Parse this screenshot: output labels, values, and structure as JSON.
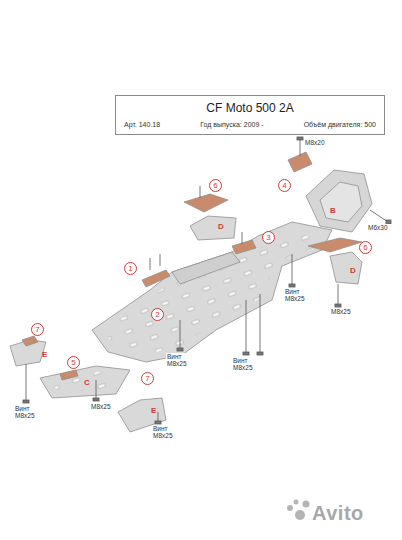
{
  "diagram": {
    "nodes": [
      {
        "text": [
          "CF Moto 500 2A",
          "Арт. 140.18",
          "Год выпуска: 2009 -",
          "Объём двигателя: 500"
        ]
      }
    ],
    "edges": [],
    "labels": [
      "1",
      "2",
      "3",
      "4",
      "5",
      "6",
      "6",
      "7",
      "7",
      "B",
      "C",
      "D",
      "D",
      "E",
      "E",
      "M8x20",
      "M6x30",
      "Винт M8x25",
      "M8x25",
      "Винт M8x25",
      "Винт M8x25",
      "Винт M8x25",
      "M8x25",
      "Винт M8x25",
      "Avito"
    ]
  }
}
